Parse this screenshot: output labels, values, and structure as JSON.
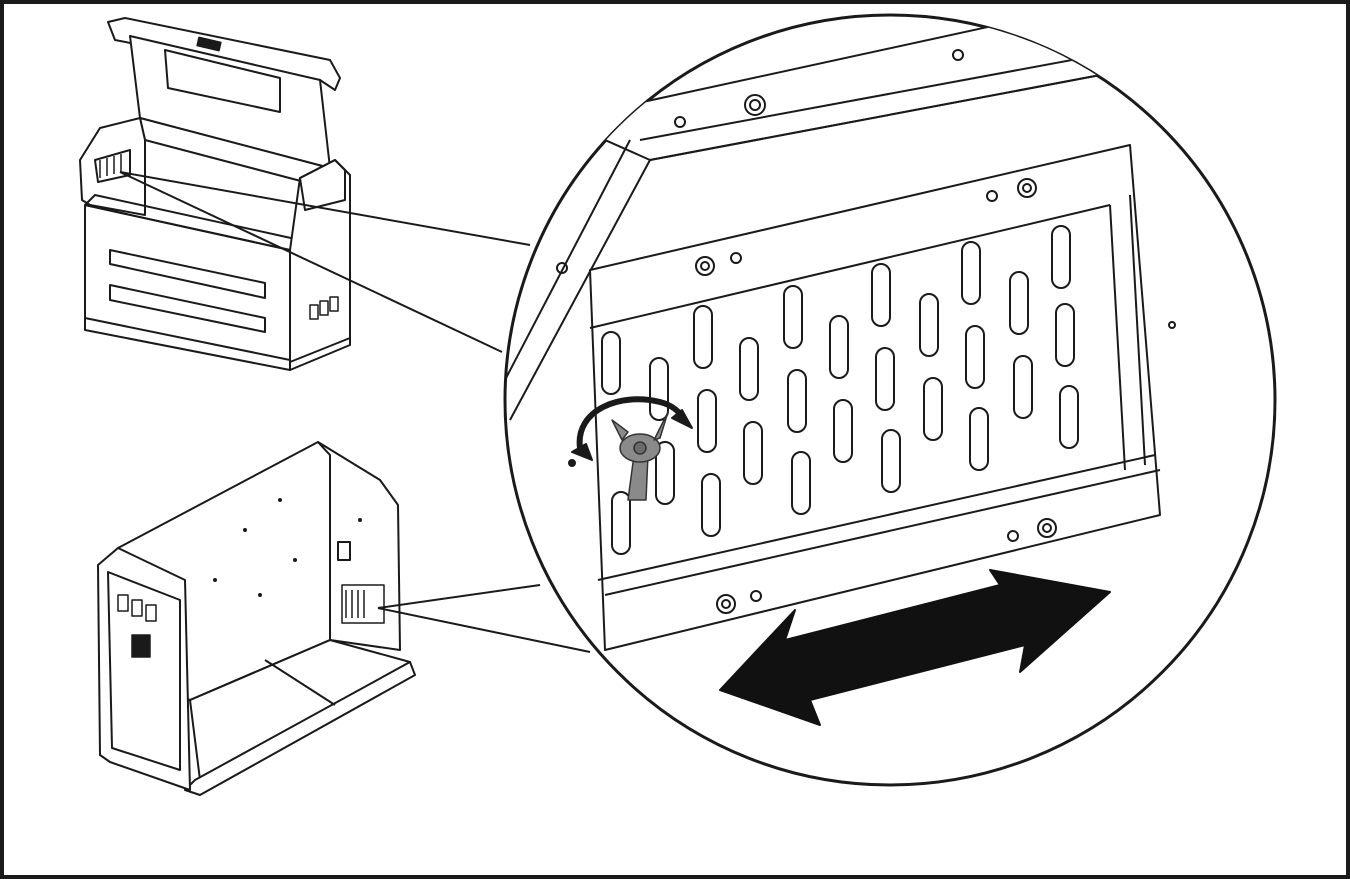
{
  "figure": {
    "description_visible_text": [],
    "colors": {
      "line": "#1a1a1a",
      "background": "#ffffff",
      "wingnut": "#8a8a8a",
      "arrow": "#111111"
    },
    "parts": {
      "top_view": "open-lid-cabinet",
      "bottom_view": "open-frame-cabinet",
      "detail": "magnified-vent-plate",
      "rotate_indicator": "rotate-arrow-icon",
      "slide_indicator": "double-arrow-icon",
      "fastener": "wing-nut-icon"
    }
  }
}
